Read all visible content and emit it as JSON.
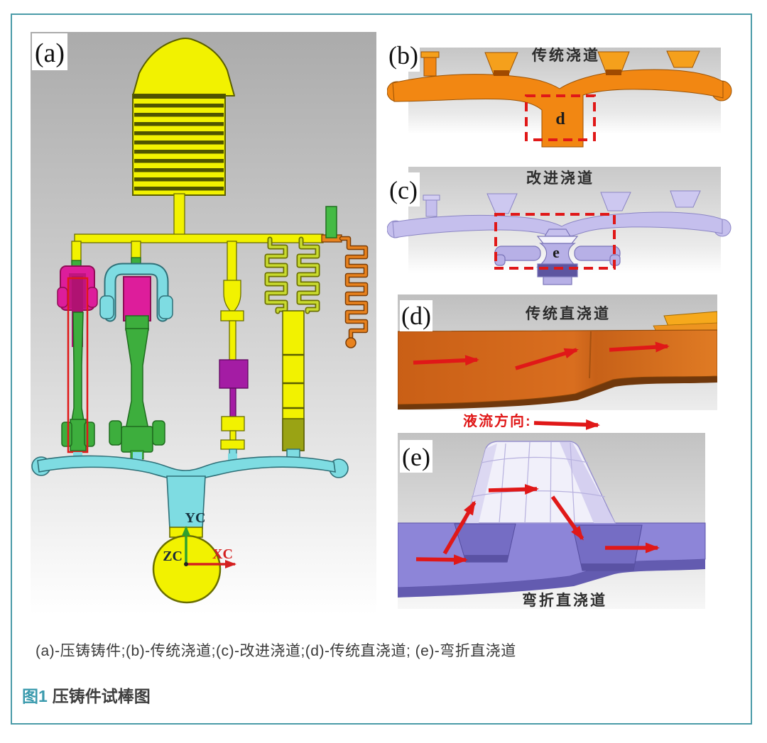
{
  "figure": {
    "subcaption": "(a)-压铸铸件;(b)-传统浇道;(c)-改进浇道;(d)-传统直浇道; (e)-弯折直浇道",
    "label": "图1",
    "title": "压铸件试棒图"
  },
  "panels": {
    "a": {
      "label": "(a)",
      "axis_y": "YC",
      "axis_z": "ZC",
      "axis_x": "XC"
    },
    "b": {
      "label": "(b)",
      "title": "传统浇道",
      "region": "d"
    },
    "c": {
      "label": "(c)",
      "title": "改进浇道",
      "region": "e"
    },
    "d": {
      "label": "(d)",
      "title": "传统直浇道",
      "flow_label": "液流方向:"
    },
    "e": {
      "label": "(e)",
      "title": "弯折直浇道"
    }
  },
  "colors": {
    "frame_teal": "#4A9BA8",
    "caption_teal": "#3A9AAD",
    "annotation_red": "#E01818",
    "runner_orange": "#F28712",
    "runner_lavender": "#C5BFED",
    "cast_yellow": "#F2F200",
    "cast_cyan": "#7EDCE2",
    "cast_magenta": "#DD1D9B",
    "cast_green": "#3DAE3D",
    "cast_purple": "#A41CA4",
    "floor_violet": "#8D85D8"
  }
}
